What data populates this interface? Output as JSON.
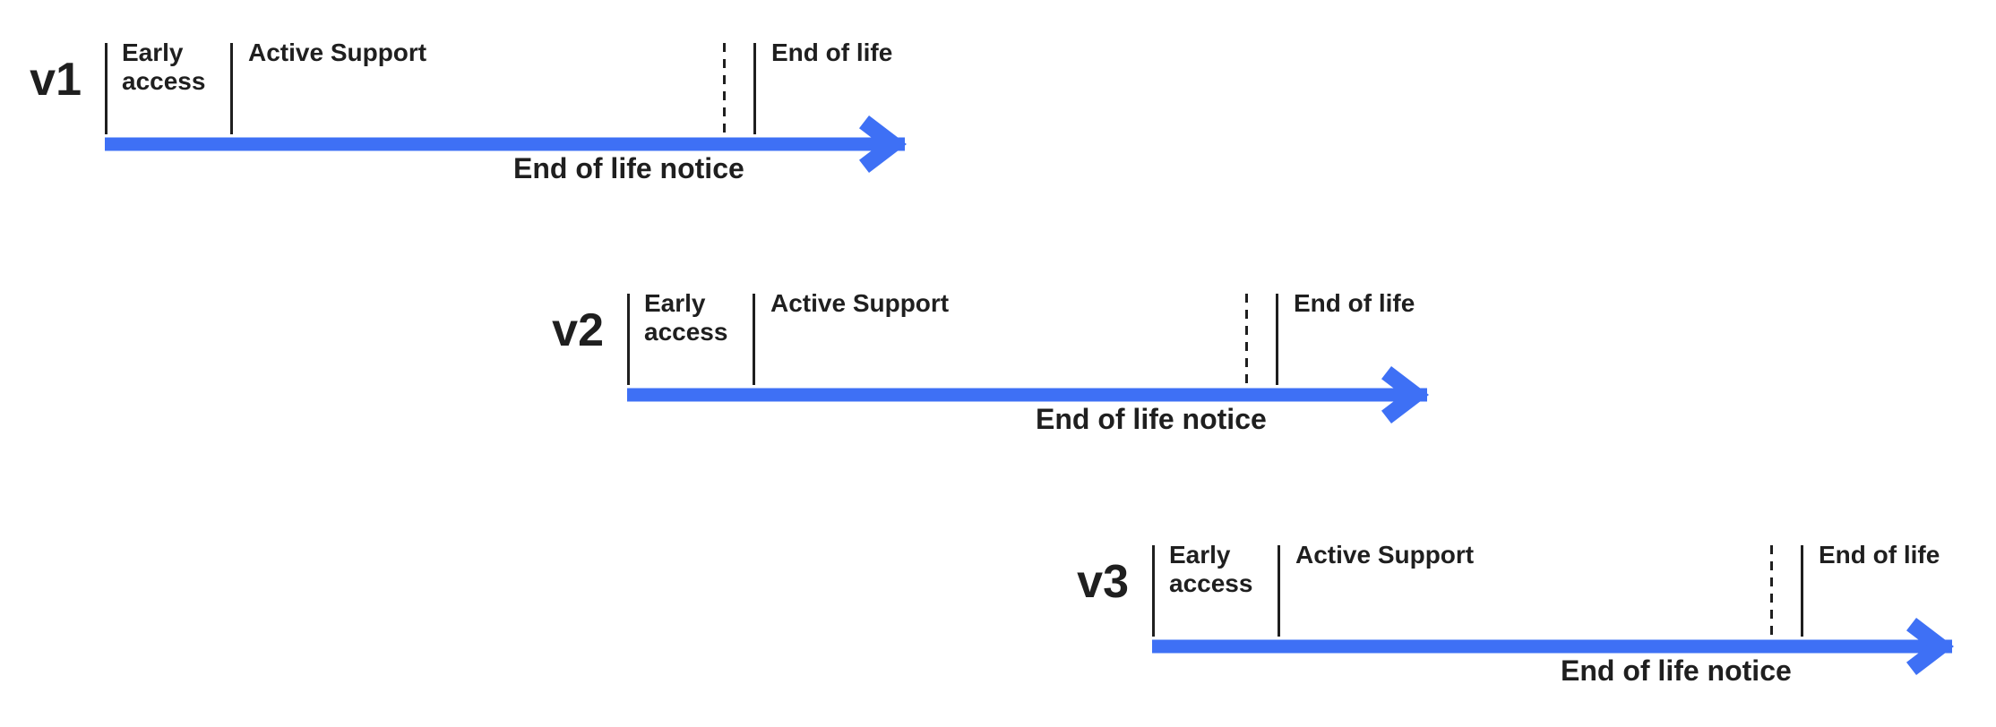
{
  "colors": {
    "ink": "#1F1F1F",
    "blue": "#3E70F5",
    "bg": "#FFFFFF"
  },
  "timelines": [
    {
      "version": "v1",
      "phases": {
        "early_access": "Early access",
        "active_support": "Active Support",
        "end_of_life": "End of life"
      },
      "notice": "End of life notice"
    },
    {
      "version": "v2",
      "phases": {
        "early_access": "Early access",
        "active_support": "Active Support",
        "end_of_life": "End of life"
      },
      "notice": "End of life notice"
    },
    {
      "version": "v3",
      "phases": {
        "early_access": "Early access",
        "active_support": "Active Support",
        "end_of_life": "End of life"
      },
      "notice": "End of life notice"
    }
  ]
}
